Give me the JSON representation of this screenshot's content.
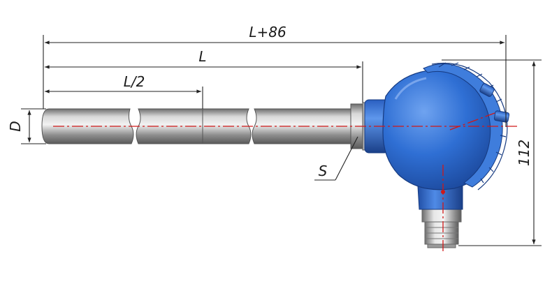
{
  "drawing": {
    "labels": {
      "total_length": "L+86",
      "length": "L",
      "half_length": "L/2",
      "diameter": "D",
      "wrench_size": "S",
      "head_height": "112"
    },
    "colors": {
      "head_blue": "#2e6fd2",
      "sheath_grey": "#9a9a9a",
      "axis_red": "#d01818",
      "dimension_black": "#222222"
    }
  }
}
